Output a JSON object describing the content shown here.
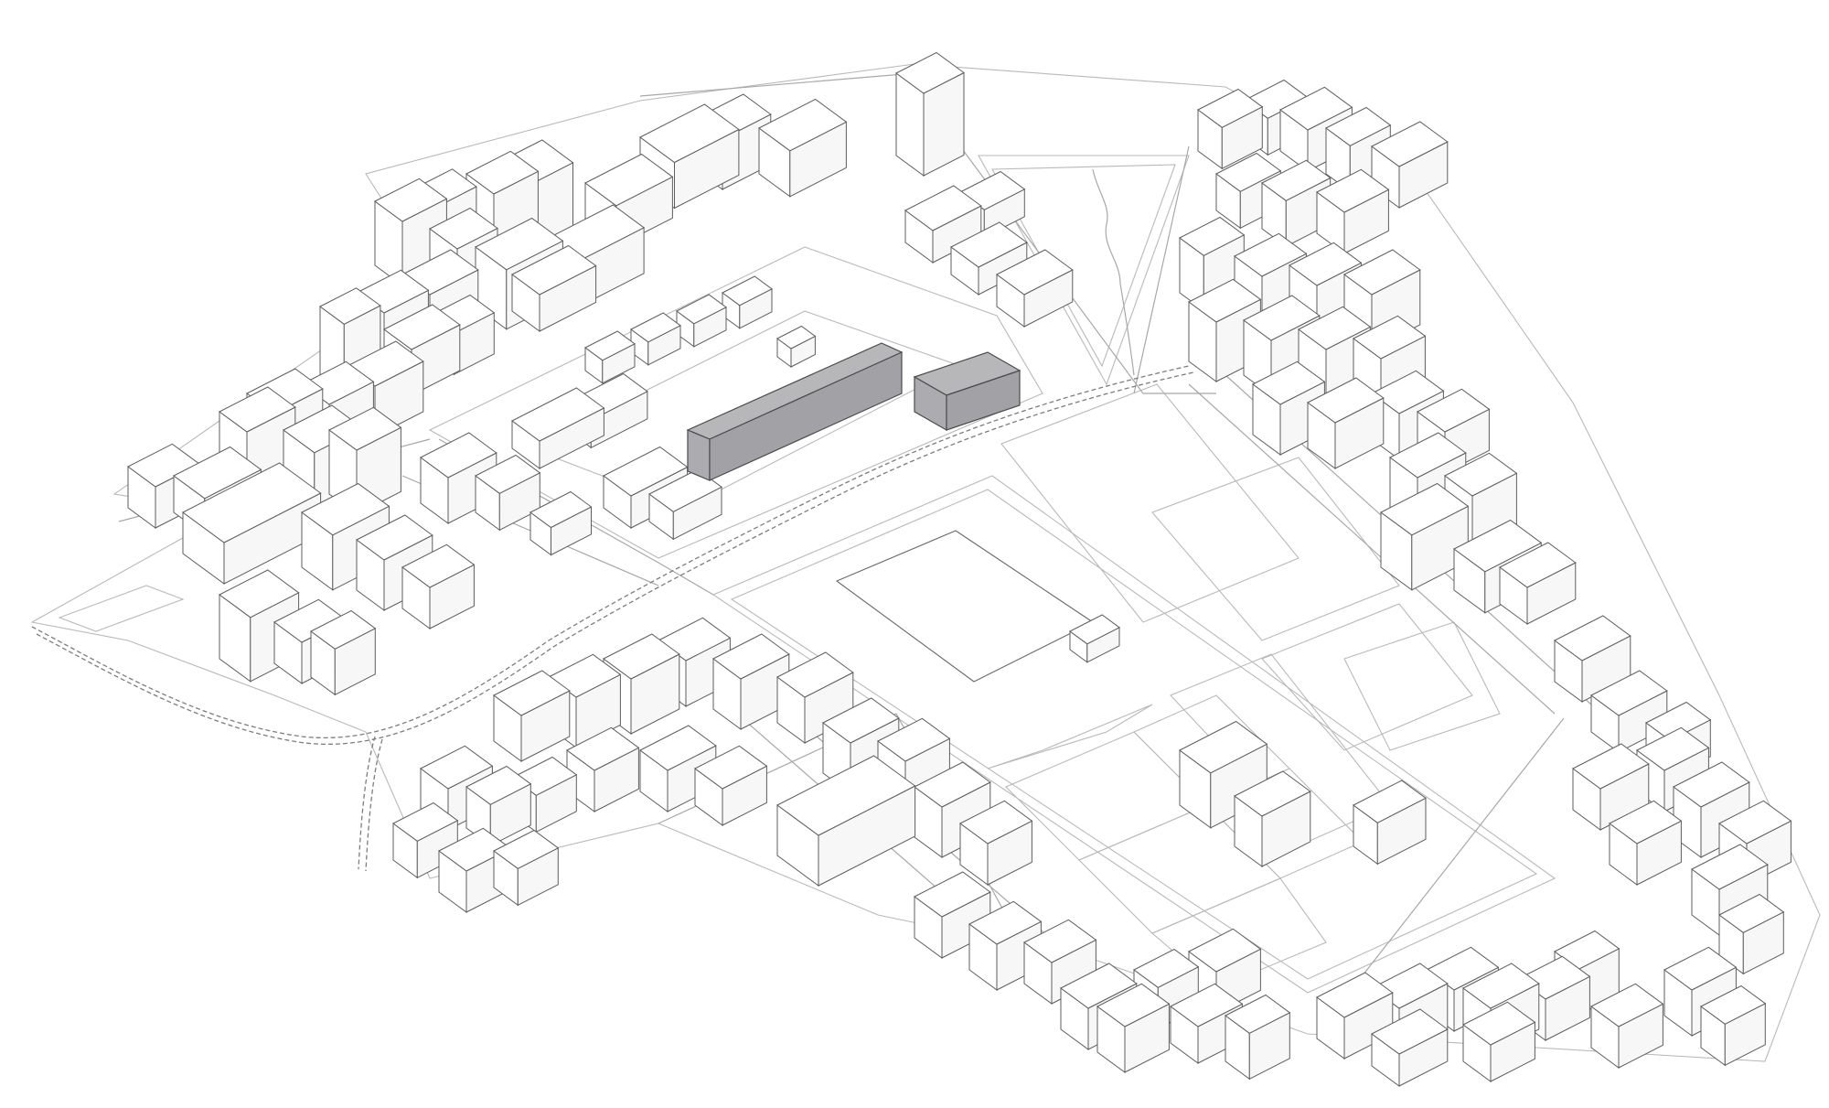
{
  "view": {
    "type": "axonometric urban massing drawing",
    "background_color": "#ffffff",
    "line_color": "#6a6a6a",
    "highlight_color": "#a9a9ad"
  },
  "highlighted_buildings": [
    {
      "id": "slab-building-west"
    },
    {
      "id": "block-building-east"
    }
  ]
}
